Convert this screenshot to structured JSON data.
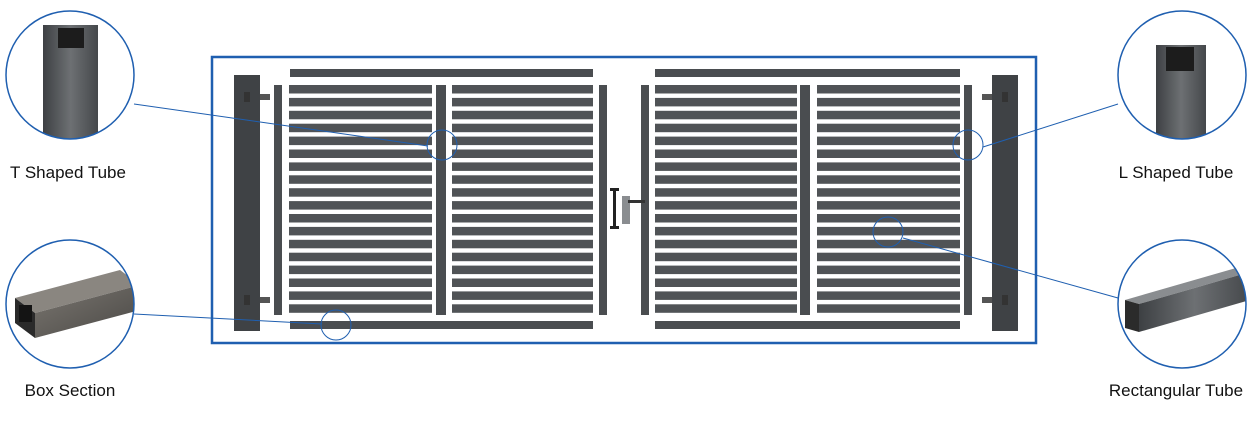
{
  "callouts": {
    "t_shaped": "T Shaped Tube",
    "box_section": "Box Section",
    "l_shaped": "L Shaped Tube",
    "rectangular": "Rectangular Tube"
  },
  "gate": {
    "slats_per_column": 18,
    "leaves": 2,
    "columns_per_leaf": 2
  },
  "colors": {
    "accent": "#1f5fb0",
    "metal": "#4a4d50",
    "metal_light": "#6a6d70"
  }
}
